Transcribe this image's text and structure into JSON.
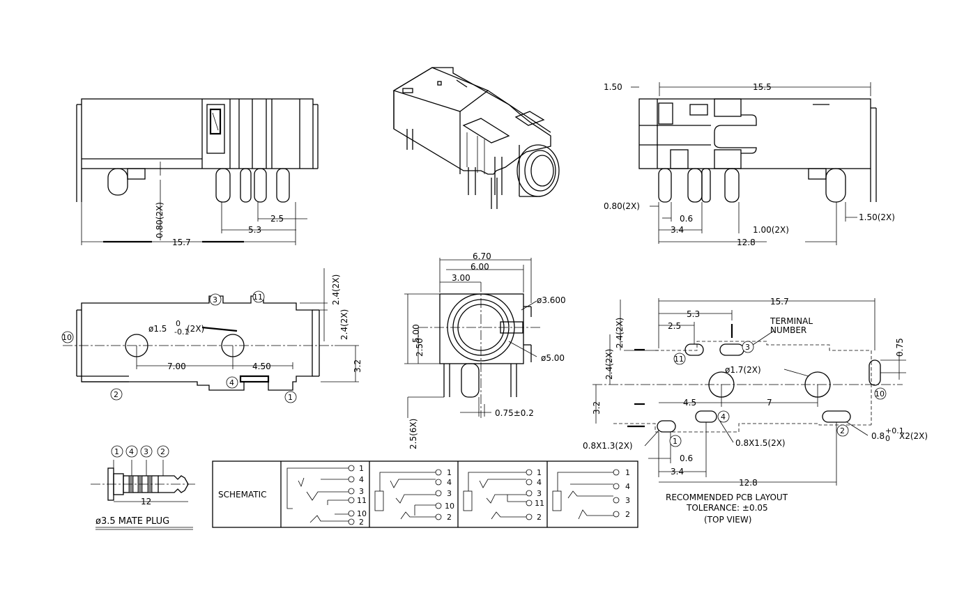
{
  "side_view_top": {
    "dim_overall": "15.7",
    "dim_pitch_a": "5.3",
    "dim_pitch_b": "2.5",
    "dim_pin_width": "0.80(2X)"
  },
  "iso_view": {},
  "side_view_right": {
    "dim_flange": "1.50",
    "dim_length": "15.5",
    "dim_pin": "0.80(2X)",
    "dim_a": "0.6",
    "dim_b": "3.4",
    "dim_c": "1.00(2X)",
    "dim_d": "12.8",
    "dim_e": "1.50(2X)"
  },
  "top_view": {
    "dim_a": "2.4(2X)",
    "dim_b": "2.4(2X)",
    "dim_hole": "ø1.5",
    "dim_hole_tol_upper": "0",
    "dim_hole_tol_lower": "-0.1",
    "dim_hole_count": "(2X)",
    "dim_c": "7.00",
    "dim_d": "4.50",
    "dim_e": "3.2",
    "pins": [
      "3",
      "11",
      "10",
      "4",
      "2",
      "1"
    ]
  },
  "front_view": {
    "dim_a": "6.70",
    "dim_b": "6.00",
    "dim_c": "3.00",
    "dim_d": "5.00",
    "dim_e": "2.50",
    "dim_f": "ø3.600",
    "dim_g": "ø5.00",
    "dim_h": "2.5(6X)",
    "dim_i": "0.75±0.2"
  },
  "pcb_layout": {
    "dim_overall": "15.7",
    "dim_a": "5.3",
    "dim_b": "2.5",
    "dim_c": "2.4(2X)",
    "dim_d": "2.4(2X)",
    "dim_e": "3.2",
    "dim_f": "4.5",
    "dim_g": "7",
    "dim_h": "ø1.7(2X)",
    "dim_i": "0.75",
    "terminal_label_1": "TERMINAL",
    "terminal_label_2": "NUMBER",
    "pad_a": "0.8X1.3(2X)",
    "pad_b": "0.8X1.5(2X)",
    "pad_c": "0.8",
    "pad_c_tol_upper": "+0.1",
    "pad_c_tol_lower": "0",
    "pad_c_count": "X2(2X)",
    "dim_j": "0.6",
    "dim_k": "3.4",
    "dim_l": "12.8",
    "caption_1": "RECOMMENDED PCB LAYOUT",
    "caption_2": "TOLERANCE: ±0.05",
    "caption_3": "(TOP VIEW)",
    "pins": [
      "11",
      "3",
      "10",
      "1",
      "4",
      "2"
    ]
  },
  "mate_plug": {
    "pins": [
      "1",
      "4",
      "3",
      "2"
    ],
    "dim_length": "12",
    "caption": "ø3.5 MATE PLUG"
  },
  "schematic": {
    "title": "SCHEMATIC",
    "block1": [
      "1",
      "4",
      "3",
      "11",
      "10",
      "2"
    ],
    "block2": [
      "1",
      "4",
      "3",
      "10",
      "2"
    ],
    "block3": [
      "1",
      "4",
      "3",
      "11",
      "2"
    ],
    "block4": [
      "1",
      "4",
      "3",
      "2"
    ]
  }
}
